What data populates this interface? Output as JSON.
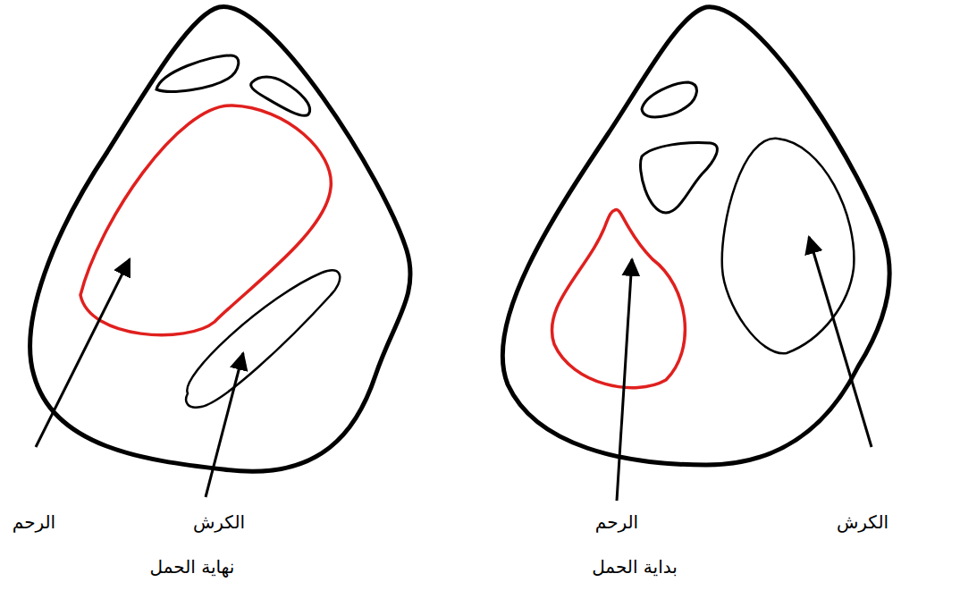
{
  "diagram": {
    "labels": [
      "الرحم",
      "الكرش",
      "نهاية الحمل",
      "الرحم",
      "الكرش",
      "بداية الحمل"
    ]
  }
}
